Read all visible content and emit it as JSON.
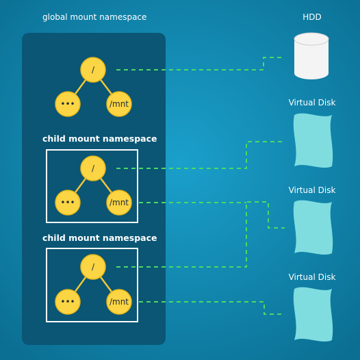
{
  "colors": {
    "background_center": "#1aa0cb",
    "background_edge": "#0b6f93",
    "namespace_panel": "#0a5674",
    "node_fill": "#fbd544",
    "node_stroke": "#e8b718",
    "edge": "#f2c738",
    "connector": "#4cd964",
    "box_border": "#ffffff",
    "hdd_body": "#f4f4f4",
    "virtual_disk": "#7fdde0"
  },
  "labels": {
    "global_namespace": "global mount namespace",
    "child_namespace_1": "child mount namespace",
    "child_namespace_2": "child mount namespace",
    "hdd": "HDD",
    "virtual_disk_1": "Virtual Disk",
    "virtual_disk_2": "Virtual Disk",
    "virtual_disk_3": "Virtual Disk"
  },
  "trees": {
    "global": {
      "root": "/",
      "left": "•••",
      "right": "/mnt"
    },
    "child1": {
      "root": "/",
      "left": "•••",
      "right": "/mnt"
    },
    "child2": {
      "root": "/",
      "left": "•••",
      "right": "/mnt"
    }
  }
}
